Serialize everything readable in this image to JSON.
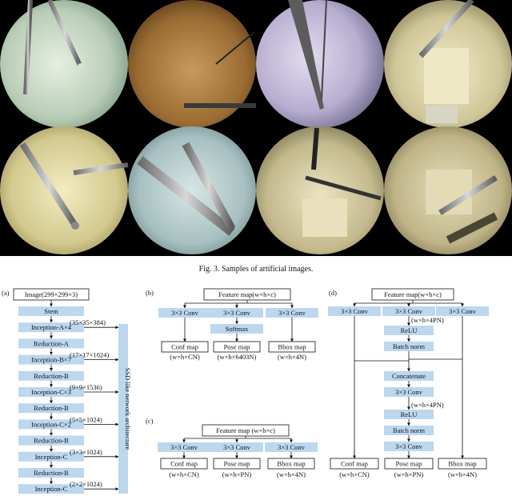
{
  "figure": {
    "caption": "Fig. 3.    Samples of artificial images."
  },
  "panel_a": {
    "label": "(a)",
    "input": "Image(299×299×3)",
    "blocks": [
      "Stem",
      "Inception-A×4",
      "Reduction-A",
      "Inception-B×7",
      "Reduction-B",
      "Inception-C×3",
      "Reduction-B",
      "Inception-C×2",
      "Reduction-B",
      "Inception-C",
      "Reduction-B",
      "Inception-C"
    ],
    "outputs": [
      "(35×35×384)",
      "(17×17×1024)",
      "(9×9×1536)",
      "(5×5×1024)",
      "(3×3×1024)",
      "(2×2×1024)"
    ],
    "side_label": "SSD like network architecture"
  },
  "panel_b": {
    "label": "(b)",
    "input": "Feature map(w×h×c)",
    "convs": [
      "3×3 Conv",
      "3×3 Conv",
      "3×3 Conv"
    ],
    "softmax": "Softmax",
    "maps": [
      "Conf map",
      "Pose map",
      "Bbox map"
    ],
    "dims": [
      "(w×h×CN)",
      "(w×h×6403N)",
      "(w×h×4N)"
    ]
  },
  "panel_c": {
    "label": "(c)",
    "input": "Feature map (w×h×c)",
    "convs": [
      "3×3 Conv",
      "3×3 Conv",
      "3×3 Conv"
    ],
    "maps": [
      "Conf map",
      "Pose map",
      "Bbox map"
    ],
    "dims": [
      "(w×h×CN)",
      "(w×h×PN)",
      "(w×h×4N)"
    ]
  },
  "panel_d": {
    "label": "(d)",
    "input": "Feature map(w×h×c)",
    "convs": [
      "3×3 Conv",
      "3×3 Conv",
      "3×3 Conv"
    ],
    "dim_conv1": "(w×h×4PN)",
    "relu": "ReLU",
    "batch_norm": "Batch norm",
    "concatenate": "Concatenate",
    "conv_mid": "3×3 Conv",
    "dim_conv2": "(w×h×4PN)",
    "relu2": "ReLU",
    "batch_norm2": "Batch norm",
    "conv_last": "3×3 Conv",
    "maps": [
      "Conf map",
      "Pose map",
      "Bbox map"
    ],
    "dims": [
      "(w×h×CN)",
      "(w×h×PN)",
      "(w×h×4N)"
    ]
  },
  "colors": {
    "block_fill": "#bcd7ee",
    "photo_bg": "#000000"
  }
}
